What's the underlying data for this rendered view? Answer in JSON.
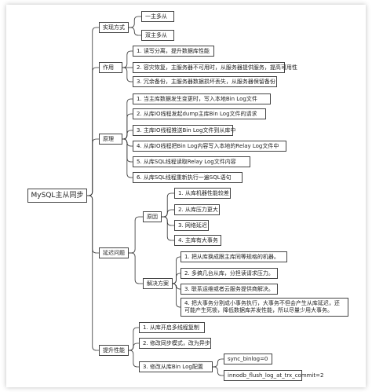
{
  "root": "MySQL主从同步",
  "branches": [
    {
      "label": "实现方式",
      "children": [
        "一主多从",
        "双主多从"
      ]
    },
    {
      "label": "作用",
      "children": [
        "1. 读写分离，提升数据库性能",
        "2. 容灾恢复，主服务器不可用时，从服务器提供服务，提高可用性",
        "3. 冗余备份，主服务器数据损坏丢失，从服务器保留备份"
      ]
    },
    {
      "label": "原理",
      "children": [
        "1. 当主库数据发生变更时，写入本地Bin Log文件",
        "2. 从库IO线程发起dump主库Bin Log文件的请求",
        "3. 主库IO线程推送Bin Log文件到从库中",
        "4. 从库IO线程把Bin Log内容写入本地的Relay Log文件中",
        "5. 从库SQL线程读取Relay Log文件内容",
        "6. 从库SQL线程重新执行一遍SQL语句"
      ]
    },
    {
      "label": "延迟问题",
      "sub": [
        {
          "label": "原因",
          "children": [
            "1. 从库机器性能较差",
            "2. 从库压力更大",
            "3. 网络延迟",
            "4. 主库有大事务"
          ]
        },
        {
          "label": "解决方案",
          "children": [
            "1. 把从库换成跟主库同等规格的机器。",
            "2. 多搞几台从库，分担读请求压力。",
            "3. 联系运维或者云服务提供商解决。",
            "4. 把大事务分割成小事务执行，大事务不但会产生从库延迟，还可能产生死锁，降低数据库并发性能，所以尽量少用大事务。"
          ]
        }
      ]
    },
    {
      "label": "提升性能",
      "children": [
        "1. 从库开启多线程复制",
        "2. 修改同步模式，改为异步"
      ],
      "config": {
        "label": "3. 修改从库Bin Log配置",
        "children": [
          "sync_binlog=0",
          "innodb_flush_log_at_trx_commit=2"
        ]
      }
    }
  ]
}
